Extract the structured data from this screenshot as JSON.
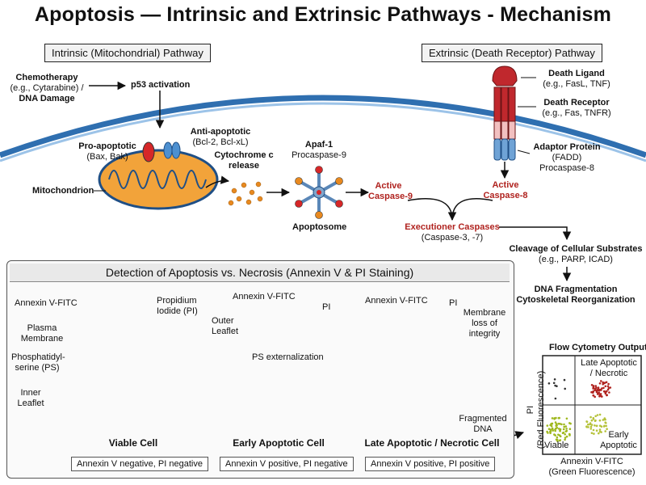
{
  "title": "Apoptosis — Intrinsic and Extrinsic Pathways - Mechanism",
  "intrinsic": {
    "header": "Intrinsic (Mitochondrial) Pathway",
    "chemo_line1": "Chemotherapy",
    "chemo_line2": "(e.g., Cytarabine) /",
    "chemo_line3": "DNA Damage",
    "p53": "p53 activation",
    "proapoptotic_title": "Pro-apoptotic",
    "proapoptotic_examples": "(Bax, Bak)",
    "antiapoptotic_title": "Anti-apoptotic",
    "antiapoptotic_examples": "(Bcl-2, Bcl-xL)",
    "cytc_line1": "Cytochrome c",
    "cytc_line2": "release",
    "mitochondrion": "Mitochondrion",
    "apaf": "Apaf-1",
    "procasp9": "Procaspase-9",
    "apoptosome": "Apoptosome",
    "active_casp9_line1": "Active",
    "active_casp9_line2": "Caspase-9"
  },
  "extrinsic": {
    "header": "Extrinsic (Death Receptor) Pathway",
    "ligand_title": "Death Ligand",
    "ligand_examples": "(e.g., FasL, TNF)",
    "receptor_title": "Death Receptor",
    "receptor_examples": "(e.g., Fas, TNFR)",
    "adaptor_title": "Adaptor Protein",
    "adaptor_examples": "(FADD)",
    "procasp8": "Procaspase-8",
    "active_casp8_line1": "Active",
    "active_casp8_line2": "Caspase-8"
  },
  "executioner": {
    "title": "Executioner Caspases",
    "examples": "(Caspase-3, -7)"
  },
  "outcomes": {
    "cleavage_title": "Cleavage of Cellular Substrates",
    "cleavage_examples": "(e.g., PARP, ICAD)",
    "dna_frag": "DNA Fragmentation",
    "cyto_reorg": "Cytoskeletal Reorganization"
  },
  "detection": {
    "header": "Detection of Apoptosis vs. Necrosis (Annexin V & PI Staining)",
    "annexin": "Annexin V-FITC",
    "pi_line1": "Propidium",
    "pi_line2": "Iodide (PI)",
    "pi_short": "PI",
    "plasma_line1": "Plasma",
    "plasma_line2": "Membrane",
    "ps_line1": "Phosphatidyl-",
    "ps_line2": "serine (PS)",
    "inner_line1": "Inner",
    "inner_line2": "Leaflet",
    "outer_line1": "Outer",
    "outer_line2": "Leaflet",
    "ps_ext": "PS externalization",
    "membrane_line1": "Membrane",
    "membrane_line2": "loss of",
    "membrane_line3": "integrity",
    "frag_line1": "Fragmented",
    "frag_line2": "DNA",
    "cells": [
      {
        "name": "Viable Cell",
        "result": "Annexin V negative, PI negative"
      },
      {
        "name": "Early Apoptotic Cell",
        "result": "Annexin V positive, PI negative"
      },
      {
        "name": "Late Apoptotic / Necrotic Cell",
        "result": "Annexin V positive, PI positive"
      }
    ]
  },
  "flow": {
    "title": "Flow Cytometry Output",
    "y_line1": "PI",
    "y_line2": "(Red Fluorescence)",
    "x_line1": "Annexin V-FITC",
    "x_line2": "(Green Fluorescence)",
    "q_late_line1": "Late Apoptotic",
    "q_late_line2": "/ Necrotic",
    "q_viable": "Viable",
    "q_early_line1": "Early",
    "q_early_line2": "Apoptotic"
  },
  "colors": {
    "membrane": "#2f6fb0",
    "mito_fill": "#f2a33a",
    "caspase_red": "#b0231f",
    "annexin": "#c9d62e",
    "pi": "#d62728",
    "cell_fill": "#dbeaf7"
  }
}
